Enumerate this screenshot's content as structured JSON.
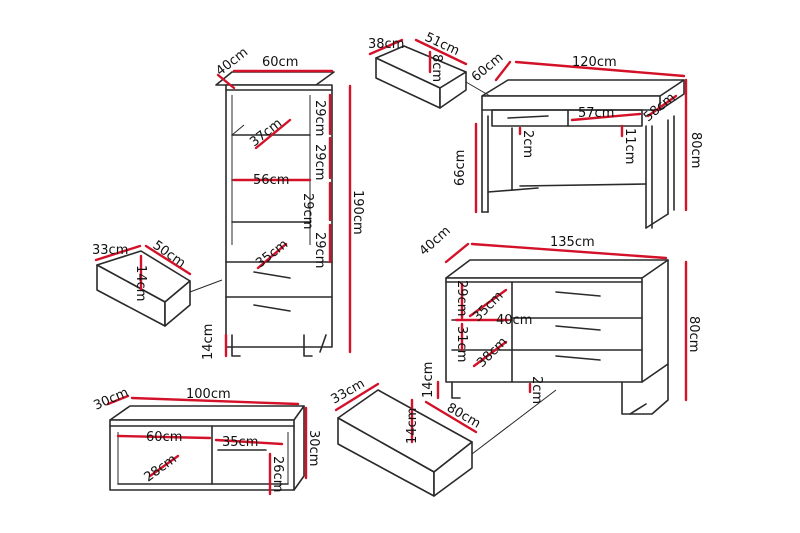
{
  "colors": {
    "dimension_line": "#d3122a",
    "outline": "#2a2a2a",
    "background": "#ffffff"
  },
  "shelf": {
    "depth": "40cm",
    "width": "60cm",
    "height": "190cm",
    "shelf_width": "56cm",
    "shelf_depth_1": "37cm",
    "shelf_depth_2": "35cm",
    "gap_1": "29cm",
    "gap_2": "29cm",
    "gap_3": "29cm",
    "gap_4": "29cm",
    "leg": "14cm"
  },
  "shelf_drawer": {
    "depth": "33cm",
    "width": "50cm",
    "height": "14cm"
  },
  "desk": {
    "depth": "60cm",
    "width": "120cm",
    "height": "80cm",
    "drawer_width": "57cm",
    "inner_depth": "58cm",
    "drawer_height": "11cm",
    "leg_height": "66cm",
    "gap": "2cm"
  },
  "desk_drawer": {
    "depth": "38cm",
    "width": "51cm",
    "height": "8cm"
  },
  "dresser": {
    "depth": "40cm",
    "width": "135cm",
    "height": "80cm",
    "shelf_gap_1": "29cm",
    "shelf_gap_2": "31cm",
    "inner_width": "40cm",
    "inner_depth_1": "35cm",
    "inner_depth_2": "38cm",
    "leg": "14cm",
    "gap": "2cm"
  },
  "dresser_drawer": {
    "depth": "33cm",
    "width": "80cm",
    "height": "14cm"
  },
  "bench": {
    "depth": "30cm",
    "width": "100cm",
    "height": "30cm",
    "left_width": "60cm",
    "right_width": "35cm",
    "inner_depth": "28cm",
    "inner_height": "26cm"
  }
}
